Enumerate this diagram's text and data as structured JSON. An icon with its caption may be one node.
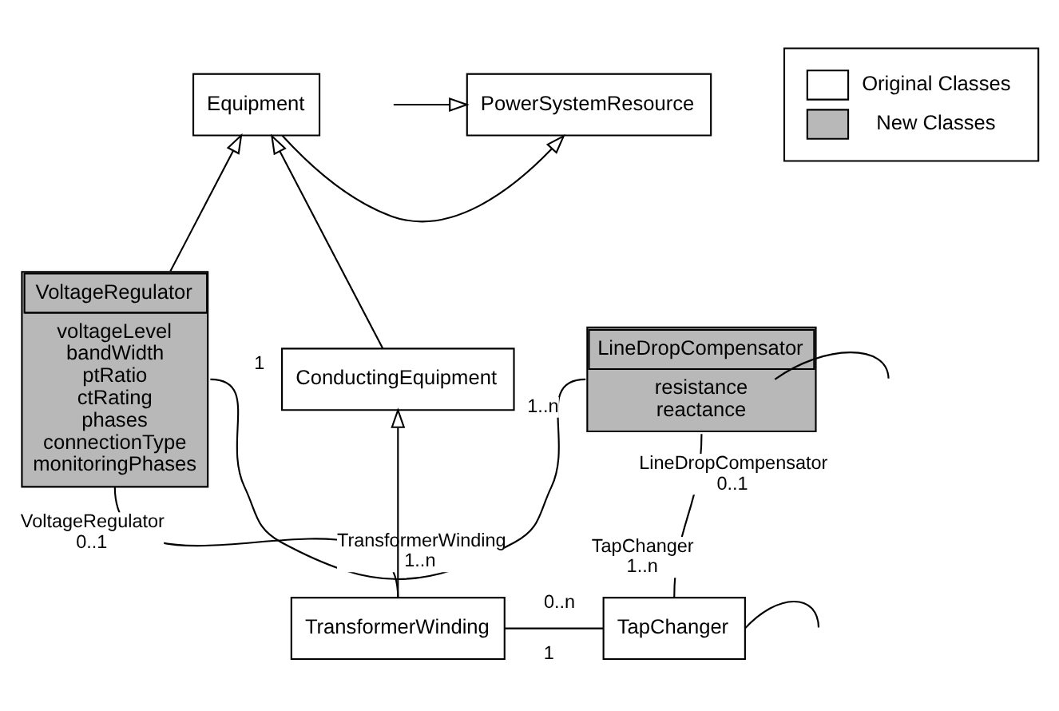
{
  "diagram": {
    "nodes": [
      {
        "text": [
          "Equipment"
        ]
      },
      {
        "text": [
          "PowerSystemResource"
        ]
      },
      {
        "text": [
          "ConductingEquipment"
        ]
      },
      {
        "text": [
          "VoltageRegulator",
          "voltageLevel bandWidth ptRatio ctRating phases connectionType monitoringPhases"
        ]
      },
      {
        "text": [
          "LineDropCompensator",
          "resistance reactance"
        ]
      },
      {
        "text": [
          "TransformerWinding"
        ]
      },
      {
        "text": [
          "TapChanger"
        ]
      }
    ],
    "edges": [
      {
        "from": 0,
        "to": 1,
        "arrow": "to"
      },
      {
        "from": null,
        "to": 1,
        "arrow": "to"
      },
      {
        "from": 2,
        "to": 0,
        "arrow": "to"
      },
      {
        "from": 3,
        "to": 0,
        "arrow": "to"
      },
      {
        "from": 5,
        "to": 2,
        "arrow": "to"
      },
      {
        "from": 3,
        "to": 4,
        "arrow": "none"
      },
      {
        "from": 3,
        "to": 5,
        "arrow": "none"
      },
      {
        "from": 4,
        "to": 6,
        "arrow": "none"
      },
      {
        "from": 5,
        "to": 6,
        "arrow": "none"
      },
      {
        "from": 4,
        "to": null,
        "arrow": "none"
      },
      {
        "from": 6,
        "to": null,
        "arrow": "none"
      }
    ],
    "labels": [
      "1",
      "1..n",
      "LineDropCompensator",
      "0..1",
      "VoltageRegulator",
      "0..1",
      "TransformerWinding",
      "1..n",
      "TapChanger",
      "1..n",
      "1",
      "0..n"
    ],
    "legend": [
      {
        "text": "Original Classes",
        "color": "#ffffff"
      },
      {
        "text": "New Classes",
        "color": "#b8b8b8"
      }
    ]
  }
}
